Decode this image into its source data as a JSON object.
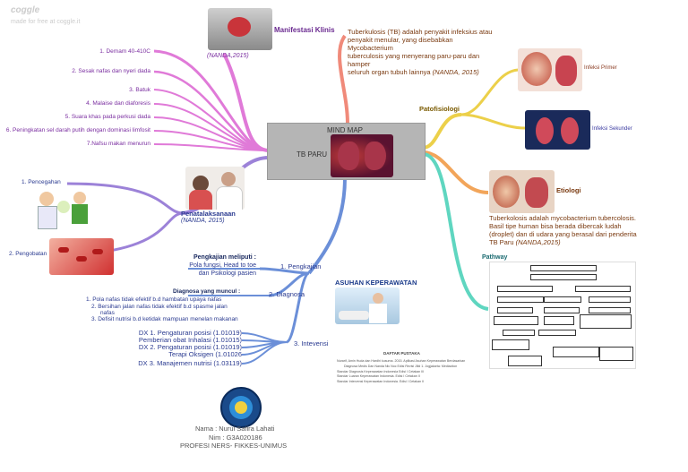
{
  "brand": {
    "logo": "coggle",
    "tagline": "made for free at coggle.it"
  },
  "center": {
    "title": "MIND MAP",
    "subtitle": "TB PARU"
  },
  "manifestasi": {
    "title": "Manifestasi Klinis",
    "source": "(NANDA,2015)",
    "items": [
      "1.  Demam 40-410C",
      "2.  Sesak nafas dan nyeri dada",
      "3.  Batuk",
      "4.  Malaise dan diaforesis",
      "5.  Suara khas pada perkusi dada",
      "6.  Peningkatan sel darah putih dengan dominasi limfosit",
      "7.Nafsu makan menurun"
    ]
  },
  "definisi": {
    "text_lines": [
      "Tuberkulosis (TB) adalah penyakit infeksius atau",
      "penyakit menular, yang disebabkan Mycobacterium",
      "tuberculosis yang menyerang paru-paru dan hamper",
      "seluruh organ tubuh lainnya"
    ],
    "source": "(NANDA, 2015)"
  },
  "patofisiologi": {
    "title": "Patofisiologi",
    "infeksi_primer": "Infeksi Primer",
    "infeksi_sekunder": "Infeksi Sekunder"
  },
  "etiologi": {
    "title": "Etiologi",
    "text_lines": [
      "Tuberkolosis adalah mycobacterium tubercolosis.",
      "Basil tipe human bisa berada dibercak ludah",
      "(droplet) dan di udara yang berasal dari penderita",
      "TB Paru"
    ],
    "source": "(NANDA,2015)"
  },
  "penatalaksanaan": {
    "title": "Penatalaksanaan",
    "source": "(NANDA, 2015)",
    "pencegahan": "1.  Pencegahan",
    "pengobatan": "2.  Pengobatan"
  },
  "pathway": {
    "title": "Pathway"
  },
  "asuhan": {
    "title": "ASUHAN KEPERAWATAN",
    "pengkajian_label": "1.  Pengkajian",
    "pengkajian_head": "Pengkajian meliputi :",
    "pengkajian_l1": "Pola fungsi, Head to toe",
    "pengkajian_l2": "dan Psikologi pasien",
    "diagnosa_label": "2.  Diagnosa",
    "diagnosa_head": "Diagnosa yang muncul :",
    "diagnosa_items": [
      "1.  Pola nafas tidak efektif b.d hambatan upaya nafas",
      "2.  Bersihan jalan nafas tidak efektif b.d spasme jalan",
      "nafas",
      "3.  Defisit nutrisi b.d ketidak mampuan menelan makanan"
    ],
    "intervensi_label": "3.  Intevensi",
    "intervensi_items": [
      "DX 1. Pengaturan posisi (1.01019)",
      "Pemberian obat Inhalasi (1.01015)",
      "DX 2. Pengaturan posisi (1.01019)",
      "Terapi Oksigen (1.01026",
      "DX 3. Manajemen nutrisi (1.03119)"
    ]
  },
  "daftar_pustaka": {
    "title": "DAFTAR PUSTAKA",
    "items": [
      "Nurarif, Amin Huda dan Hardhi kusuma. 2015. Aplikasi Asuhan Keperawatan Berdasarkan",
      "Diagnosa Medis Dan Nanda Nic Noc Edisi Revisi Jilid 1. Jogjakarta: Mediaction",
      "Standar Diagnosis Keperawatan Indonesia Edisi I Cetakan III",
      "Standar Luaran Keperawatan Indonesia. Edisi I Cetakan II",
      "Standar Intervensi Keperawatan Indonesia. Edisi I Cetakan II"
    ]
  },
  "author": {
    "nama": "Nama : Nurul Safira Lahati",
    "nim": "Nim : G3A020186",
    "prodi": "PROFESI NERS- FIKKES-UNIMUS"
  }
}
